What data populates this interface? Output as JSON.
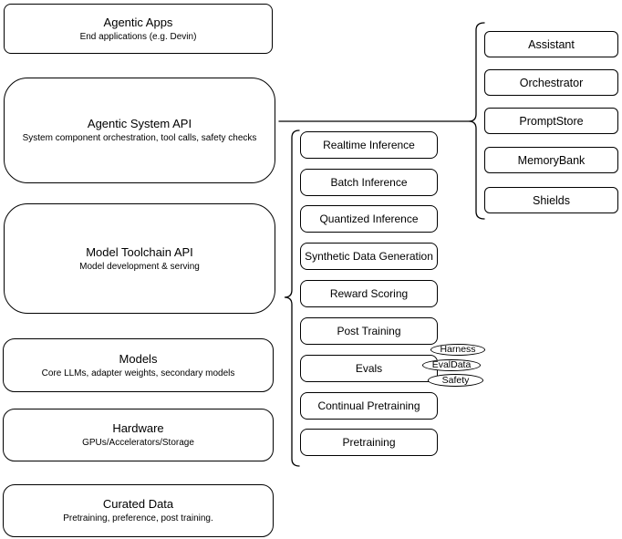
{
  "colors": {
    "background": "#ffffff",
    "stroke": "#000000",
    "fill": "#ffffff"
  },
  "left_stack": [
    {
      "title": "Agentic Apps",
      "subtitle": "End applications (e.g. Devin)"
    },
    {
      "title": "Agentic System API",
      "subtitle": "System component orchestration, tool calls, safety checks"
    },
    {
      "title": "Model Toolchain API",
      "subtitle": "Model development & serving"
    },
    {
      "title": "Models",
      "subtitle": "Core LLMs, adapter weights, secondary models"
    },
    {
      "title": "Hardware",
      "subtitle": "GPUs/Accelerators/Storage"
    },
    {
      "title": "Curated Data",
      "subtitle": "Pretraining, preference, post training."
    }
  ],
  "toolchain_components": [
    "Realtime Inference",
    "Batch Inference",
    "Quantized Inference",
    "Synthetic Data Generation",
    "Reward Scoring",
    "Post Training",
    "Evals",
    "Continual Pretraining",
    "Pretraining"
  ],
  "eval_tags": [
    "Harness",
    "EvalData",
    "Safety"
  ],
  "system_components": [
    "Assistant",
    "Orchestrator",
    "PromptStore",
    "MemoryBank",
    "Shields"
  ]
}
